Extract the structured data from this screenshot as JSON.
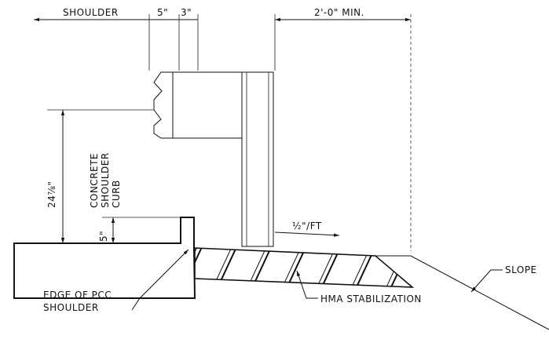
{
  "labels": {
    "shoulder": "SHOULDER",
    "dim_5in_top": "5\"",
    "dim_3in": "3\"",
    "dim_2ft_min": "2'-0\" MIN.",
    "height_2478": "24⅞\"",
    "concrete_shoulder_curb_1": "CONCRETE",
    "concrete_shoulder_curb_2": "SHOULDER",
    "concrete_shoulder_curb_3": "CURB",
    "dim_5in_curb": "5\"",
    "slope_rate": "½\"/FT",
    "slope": "SLOPE",
    "edge_pcc_1": "EDGE OF PCC",
    "edge_pcc_2": "SHOULDER",
    "hma_stabilization": "HMA STABILIZATION"
  }
}
